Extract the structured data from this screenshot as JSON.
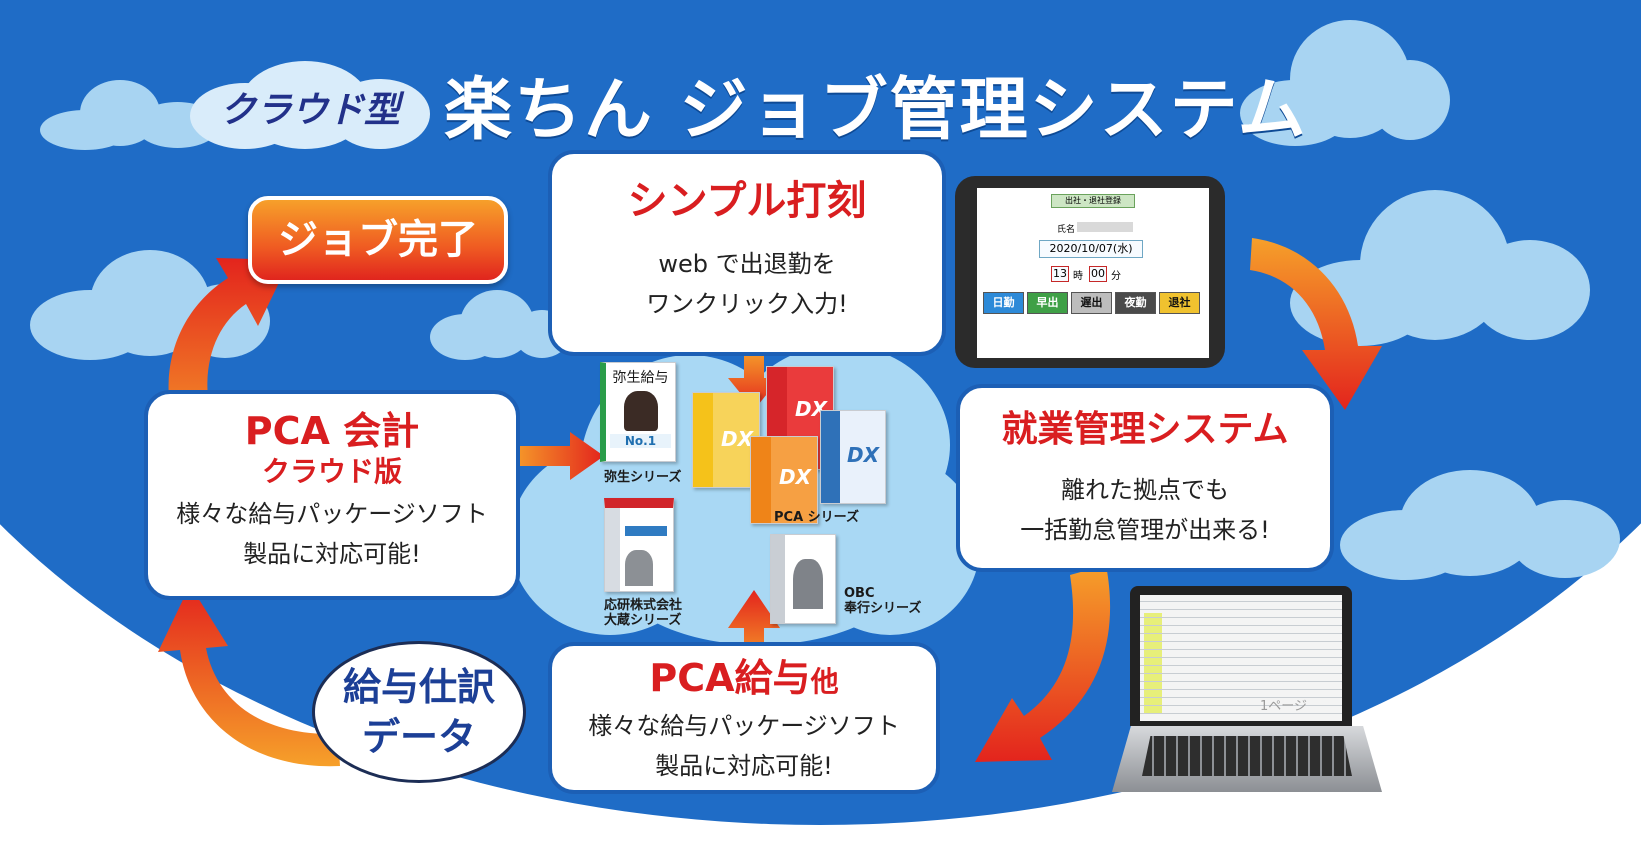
{
  "title": {
    "badge": "クラウド型",
    "main": "楽ちん ジョブ管理システム"
  },
  "job_done": "ジョブ完了",
  "simple": {
    "heading": "シンプル打刻",
    "line1": "web で出退勤を",
    "line2": "ワンクリック入力!"
  },
  "pca_kaikei": {
    "heading": "PCA 会計",
    "sub": "クラウド版",
    "line1": "様々な給与パッケージソフト",
    "line2": "製品に対応可能!"
  },
  "shugyo": {
    "heading": "就業管理システム",
    "line1": "離れた拠点でも",
    "line2": "一括勤怠管理が出来る!"
  },
  "pca_kyuyo": {
    "heading": "PCA給与",
    "heading_small": "他",
    "line1": "様々な給与パッケージソフト",
    "line2": "製品に対応可能!"
  },
  "kyuyo_data": {
    "line1": "給与仕訳",
    "line2": "データ"
  },
  "products": {
    "yayoi_box": "弥生給与",
    "yayoi_badge": "No.1",
    "yayoi_label": "弥生シリーズ",
    "pca_label": "PCA シリーズ",
    "dx": "DX",
    "oken_label1": "応研株式会社",
    "oken_label2": "大蔵シリーズ",
    "obc_label1": "OBC",
    "obc_label2": "奉行シリーズ"
  },
  "tablet": {
    "header": "出社・退社登録",
    "name_label": "氏名",
    "date": "2020/10/07(水)",
    "hour": "13",
    "hour_unit": "時",
    "minute": "00",
    "minute_unit": "分",
    "buttons": [
      "日勤",
      "早出",
      "遅出",
      "夜勤",
      "退社"
    ]
  },
  "laptop": {
    "page_text": "1ページ"
  },
  "colors": {
    "sky": "#1f6cc6",
    "cloud": "#a8d4f2",
    "accent_red": "#d91e20",
    "box_border": "#1c5fb5",
    "arrow_orange": "#f39a2a"
  }
}
